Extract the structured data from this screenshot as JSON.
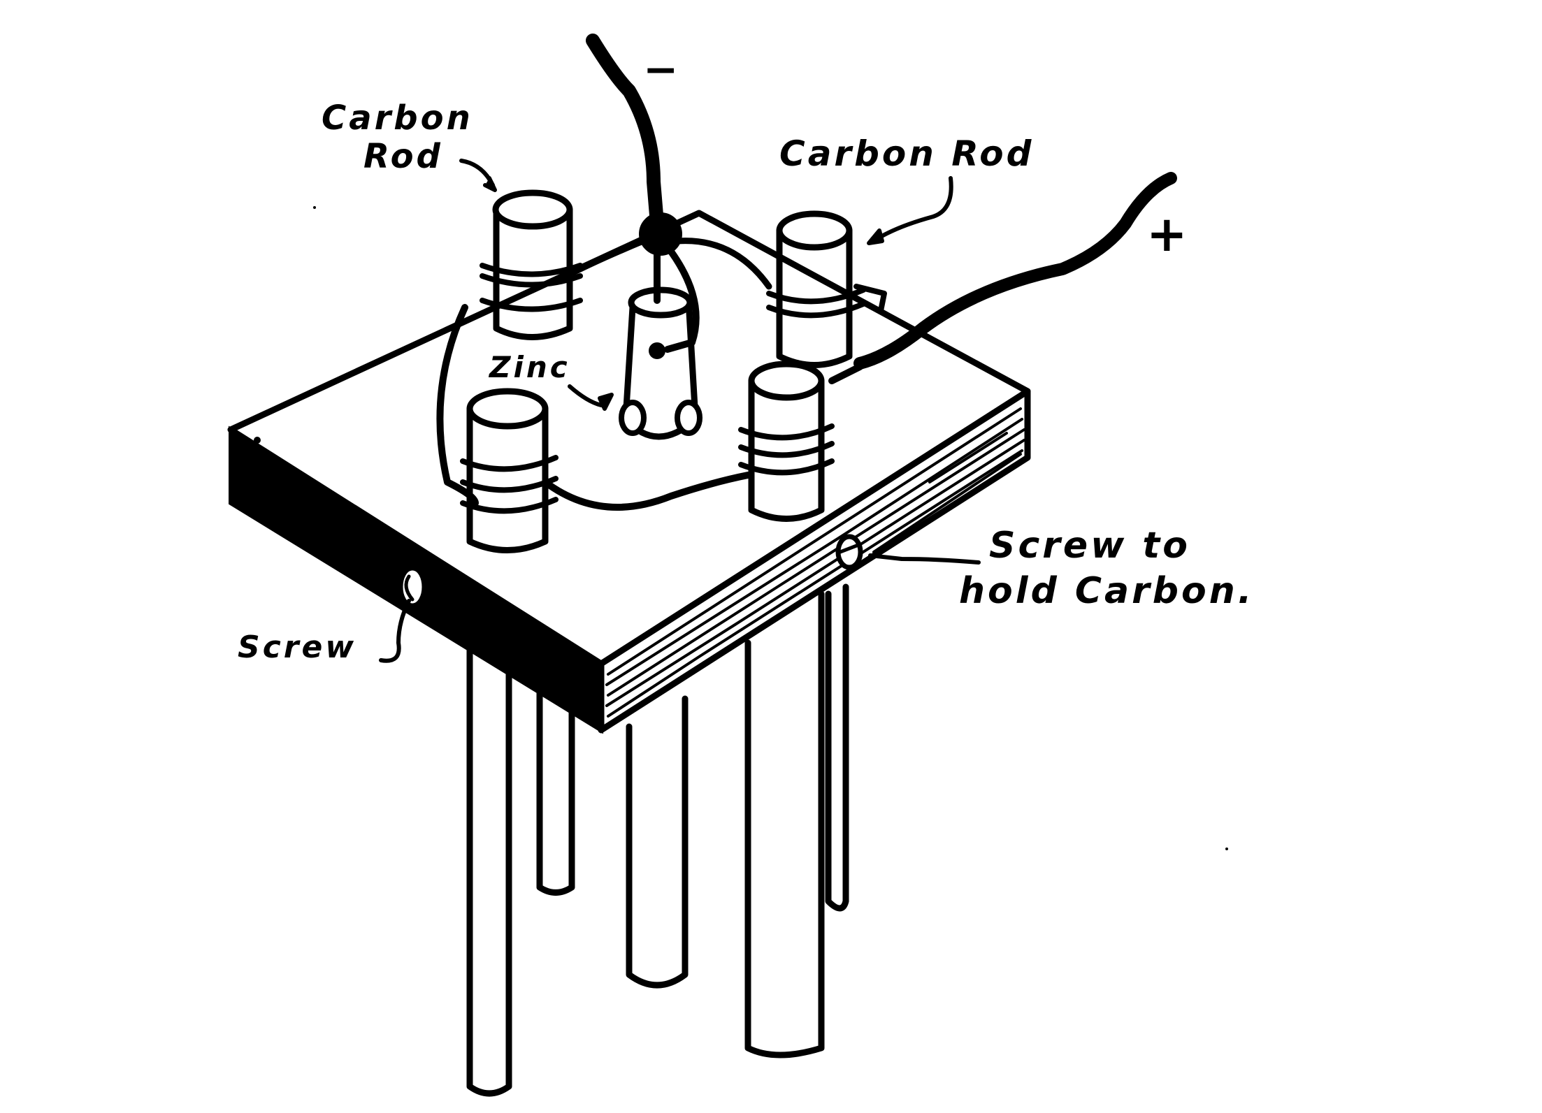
{
  "diagram": {
    "subject": "Battery cell assembly: wooden top board holding carbon rods and a zinc rod",
    "colors": {
      "ink": "#000000",
      "background": "#ffffff"
    },
    "labels": {
      "carbon_rod_left_line1": "Carbon",
      "carbon_rod_left_line2": "Rod",
      "carbon_rod_right": "Carbon Rod",
      "zinc": "Zinc",
      "screw_to_hold_line1": "Screw to",
      "screw_to_hold_line2": "hold Carbon.",
      "screw": "Screw",
      "negative_terminal": "−",
      "positive_terminal": "+"
    },
    "components": [
      {
        "name": "wooden-board",
        "type": "board"
      },
      {
        "name": "carbon-rod",
        "count": 4
      },
      {
        "name": "zinc-rod",
        "count": 1
      },
      {
        "name": "negative-wire",
        "polarity": "-"
      },
      {
        "name": "positive-wire",
        "polarity": "+"
      },
      {
        "name": "screw",
        "count": 2
      }
    ]
  }
}
